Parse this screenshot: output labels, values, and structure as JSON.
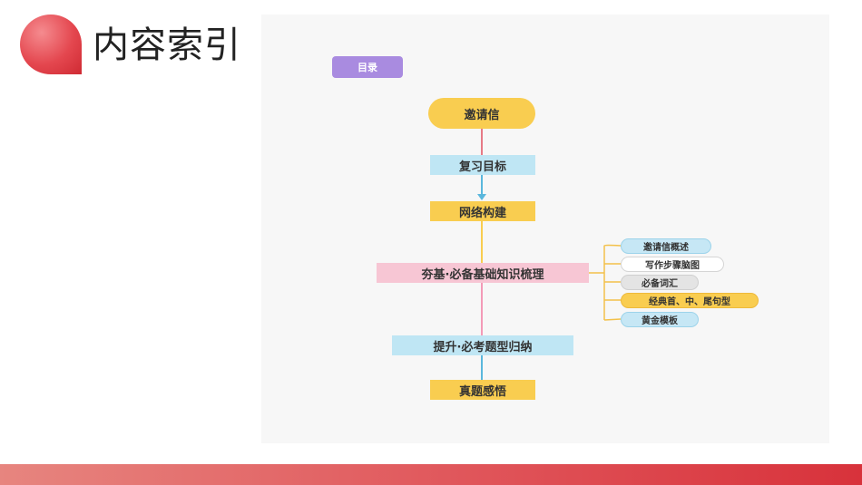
{
  "header": {
    "title": "内容索引"
  },
  "diagram": {
    "label": "目录",
    "nodes": {
      "invite": "邀请信",
      "review": "复习目标",
      "network": "网络构建",
      "base": "夯基·必备基础知识梳理",
      "upgrade": "提升·必考题型归纳",
      "real": "真题感悟"
    },
    "sub_items": [
      "邀请信概述",
      "写作步骤脑图",
      "必备词汇",
      "经典首、中、尾句型",
      "黄金模板"
    ],
    "colors": {
      "yellow": "#f9cd50",
      "blue": "#bfe6f4",
      "pink": "#f7c6d4",
      "purple": "#a98be0",
      "accent_red": "#d8323b"
    }
  }
}
